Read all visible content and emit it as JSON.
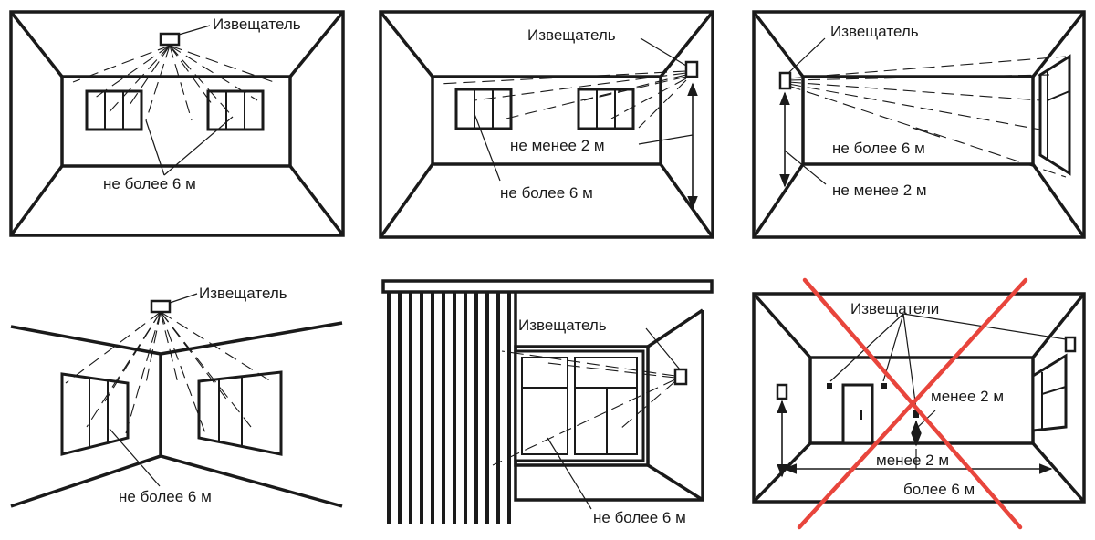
{
  "colors": {
    "ink": "#1a1a1a",
    "prohibited_cross": "#e8453c",
    "background": "#ffffff"
  },
  "panels": [
    {
      "id": "ceiling-center",
      "detector_label": "Извещатель",
      "distance_label": "не более 6 м"
    },
    {
      "id": "wall-right-front",
      "detector_label": "Извещатель",
      "height_label": "не менее 2 м",
      "distance_label": "не более 6 м"
    },
    {
      "id": "wall-left-side",
      "detector_label": "Извещатель",
      "distance_label": "не более 6 м",
      "height_label": "не менее 2 м"
    },
    {
      "id": "corner-ceiling",
      "detector_label": "Извещатель",
      "distance_label": "не более 6 м"
    },
    {
      "id": "curtain-room",
      "detector_label": "Извещатель",
      "distance_label": "не более 6 м"
    },
    {
      "id": "wrong-placement",
      "detectors_label": "Извещатели",
      "height_label": "менее 2 м",
      "width_label": "менее 2 м",
      "distance_label": "более 6 м",
      "prohibited": true
    }
  ]
}
